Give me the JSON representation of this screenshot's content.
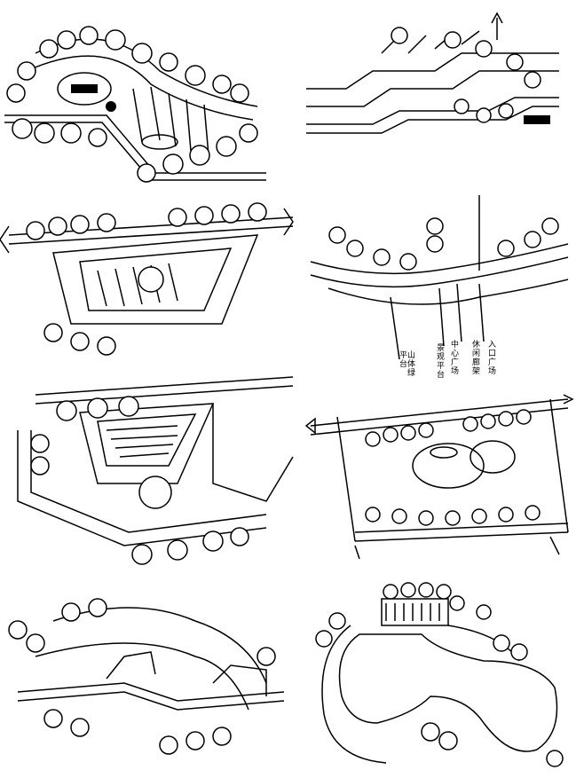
{
  "sheet": {
    "background": "#ffffff",
    "ink": "#000000"
  },
  "panels": [
    {
      "id": "plan-1",
      "kind": "curved-garden-plan"
    },
    {
      "id": "plan-2",
      "kind": "zigzag-path-plan"
    },
    {
      "id": "plan-3",
      "kind": "angular-plaza-plan"
    },
    {
      "id": "plan-4",
      "kind": "riverside-walk-plan"
    },
    {
      "id": "plan-5",
      "kind": "stepped-plaza-plan"
    },
    {
      "id": "plan-6",
      "kind": "central-garden-plan"
    },
    {
      "id": "plan-7",
      "kind": "winding-stream-plan"
    },
    {
      "id": "plan-8",
      "kind": "pond-garden-plan"
    }
  ],
  "annotations": {
    "labels": [
      "山体绿平台",
      "景观平台",
      "中心广场",
      "休闲廊架",
      "入口广场"
    ]
  }
}
